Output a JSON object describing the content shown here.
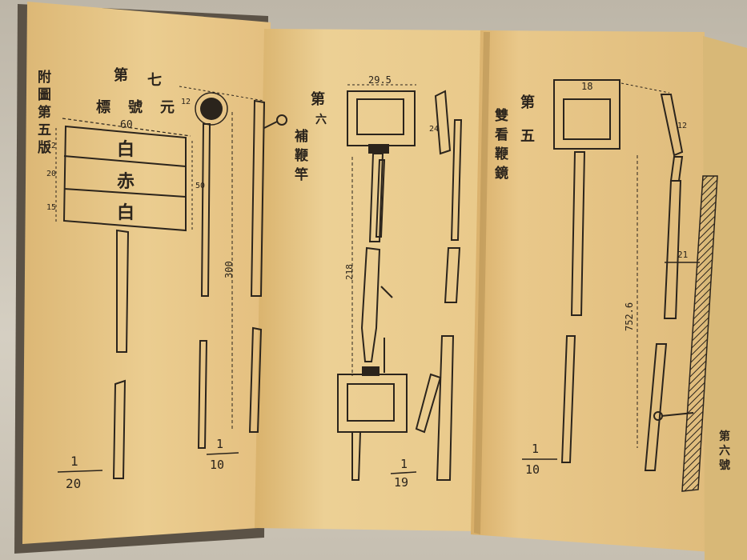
{
  "plate_left": {
    "side_caption": "附圖第五版",
    "title_num": "第七",
    "title_name": "元號標",
    "board_width": "60",
    "board_heights": [
      "12",
      "20",
      "15"
    ],
    "board_total": "50",
    "board_chars": [
      "白",
      "赤",
      "白"
    ],
    "lamp_dim": "12",
    "pole_height": "300",
    "scale_a_num": "1",
    "scale_a_den": "20",
    "scale_b_num": "1",
    "scale_b_den": "10"
  },
  "plate_middle": {
    "title_num": "第六",
    "title_name": "補鞭竿",
    "width_dim": "29.5",
    "height_dim": "218",
    "side_dim": "24",
    "scale_num": "1",
    "scale_den": "19"
  },
  "plate_right": {
    "title_num": "第五",
    "title_name": "雙看鞭鏡",
    "width_dim": "18",
    "side_dim": "12",
    "gap_dim": "21",
    "height_dim": "752.6",
    "scale_num": "1",
    "scale_den": "10",
    "corner_caption": "第六號"
  },
  "colors": {
    "paper": "#e8c98a",
    "paper_shade": "#d4ad66",
    "ink": "#2b241c",
    "background": "#c9c3b6"
  }
}
